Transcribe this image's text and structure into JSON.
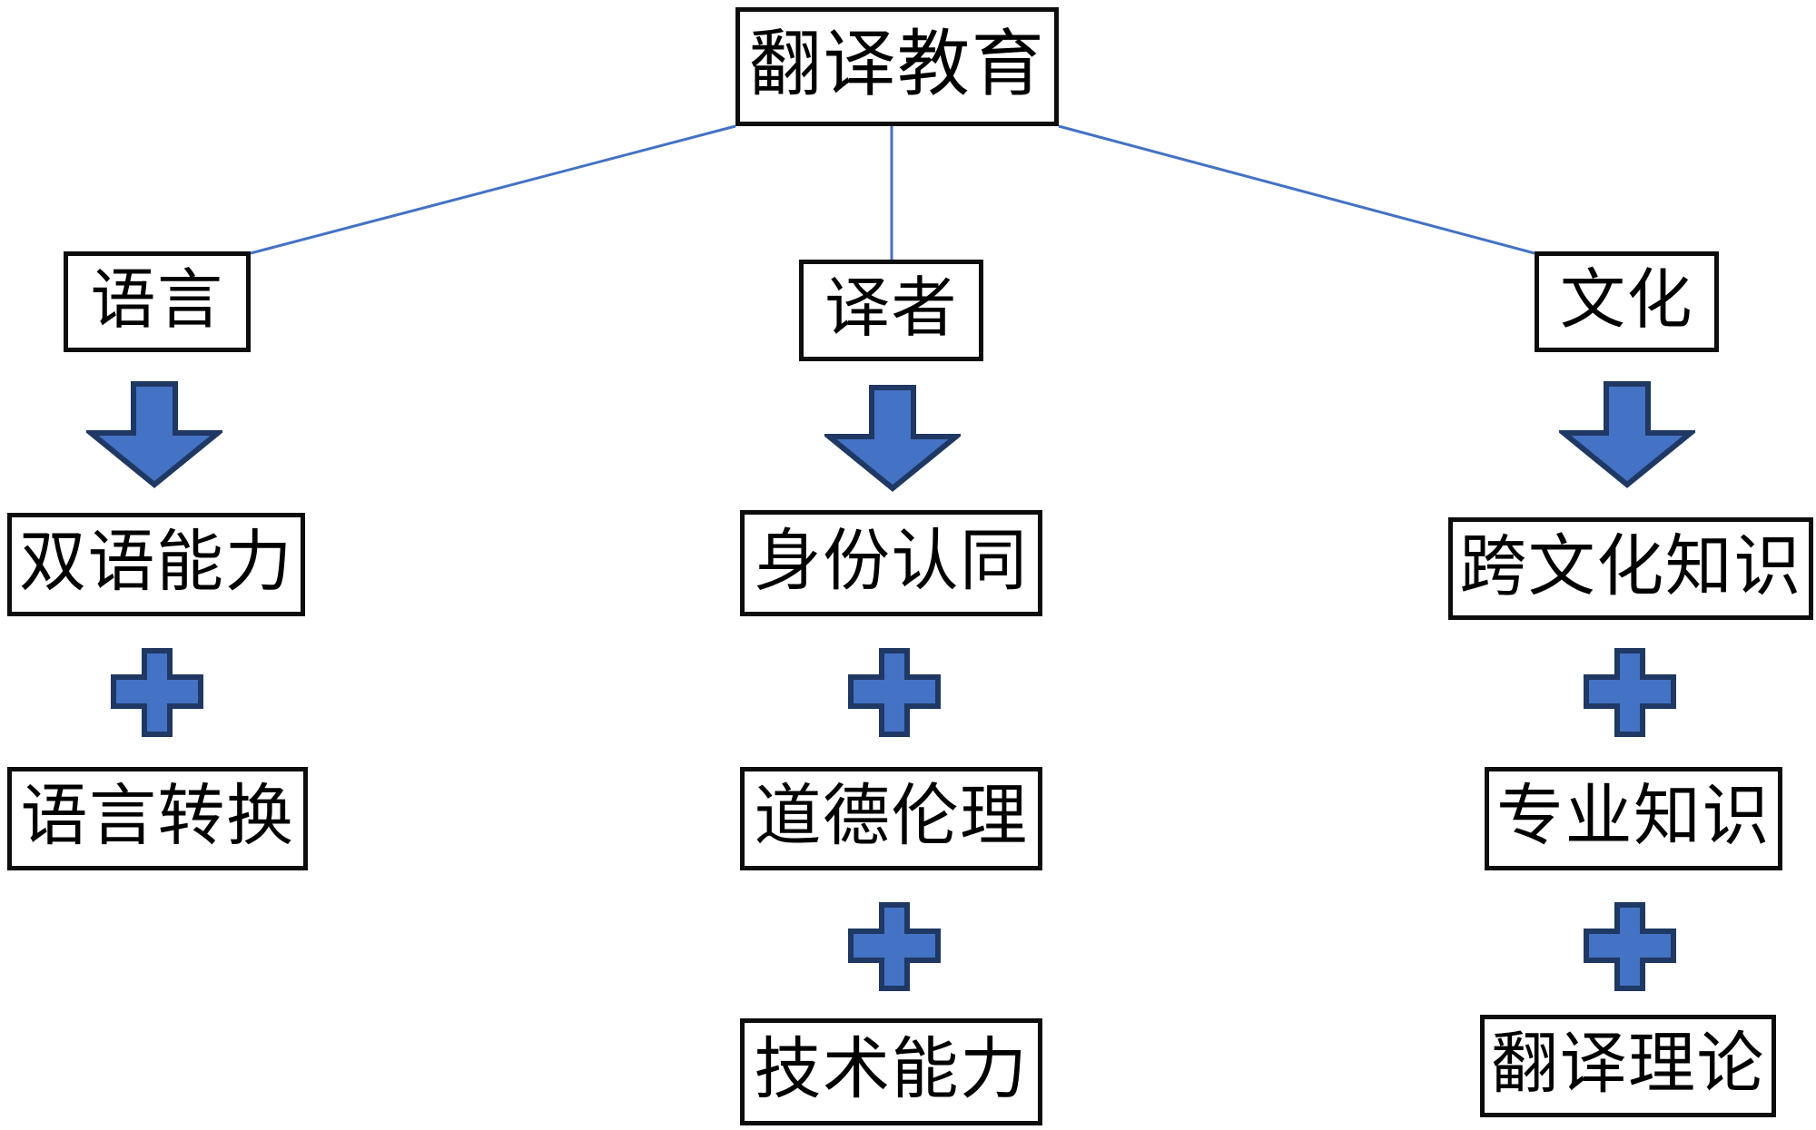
{
  "diagram": {
    "title": "翻译教育",
    "type": "hierarchy-flow",
    "root": {
      "label": "翻译教育"
    },
    "branches": [
      {
        "id": "language",
        "head": {
          "label": "语言"
        },
        "arrow": {
          "icon": "down-arrow-icon",
          "direction": "down"
        },
        "items": [
          {
            "label": "双语能力"
          },
          {
            "label": "语言转换"
          }
        ],
        "connectors": [
          {
            "icon": "plus-icon",
            "label": "+"
          }
        ]
      },
      {
        "id": "translator",
        "head": {
          "label": "译者"
        },
        "arrow": {
          "icon": "down-arrow-icon",
          "direction": "down"
        },
        "items": [
          {
            "label": "身份认同"
          },
          {
            "label": "道德伦理"
          },
          {
            "label": "技术能力"
          }
        ],
        "connectors": [
          {
            "icon": "plus-icon",
            "label": "+"
          },
          {
            "icon": "plus-icon",
            "label": "+"
          }
        ]
      },
      {
        "id": "culture",
        "head": {
          "label": "文化"
        },
        "arrow": {
          "icon": "down-arrow-icon",
          "direction": "down"
        },
        "items": [
          {
            "label": "跨文化知识"
          },
          {
            "label": "专业知识"
          },
          {
            "label": "翻译理论"
          }
        ],
        "connectors": [
          {
            "icon": "plus-icon",
            "label": "+"
          },
          {
            "icon": "plus-icon",
            "label": "+"
          }
        ]
      }
    ],
    "colors": {
      "shape_fill": "#4472C4",
      "shape_stroke": "#1F3864",
      "box_stroke": "#0D0D0D",
      "box_fill": "#FFFFFF",
      "connector_line": "#4472C4",
      "text": "#000000",
      "background": "#FFFFFF"
    }
  }
}
